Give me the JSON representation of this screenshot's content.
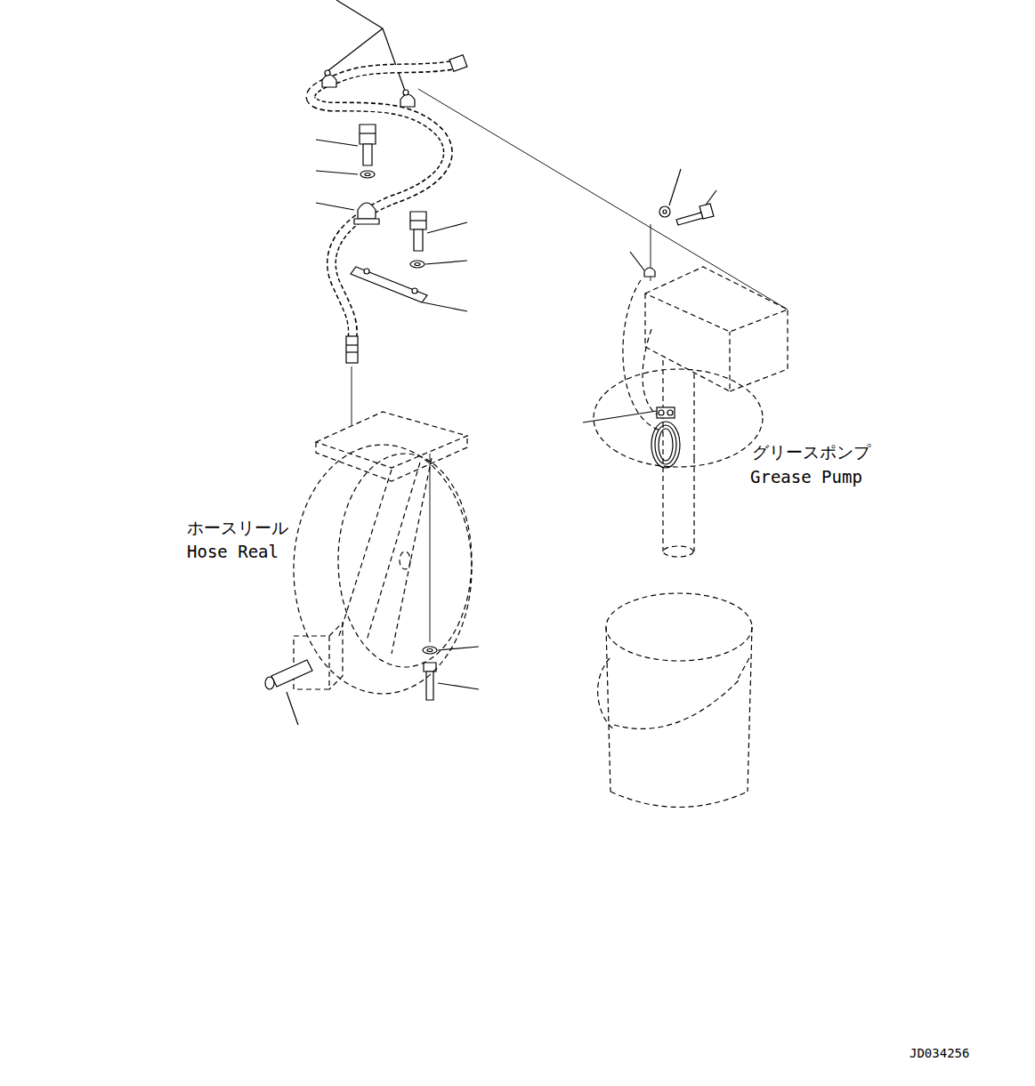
{
  "diagram": {
    "labels": [
      "ホースリール",
      "Hose Real",
      "グリースポンプ",
      "Grease Pump",
      "JD034256"
    ]
  }
}
